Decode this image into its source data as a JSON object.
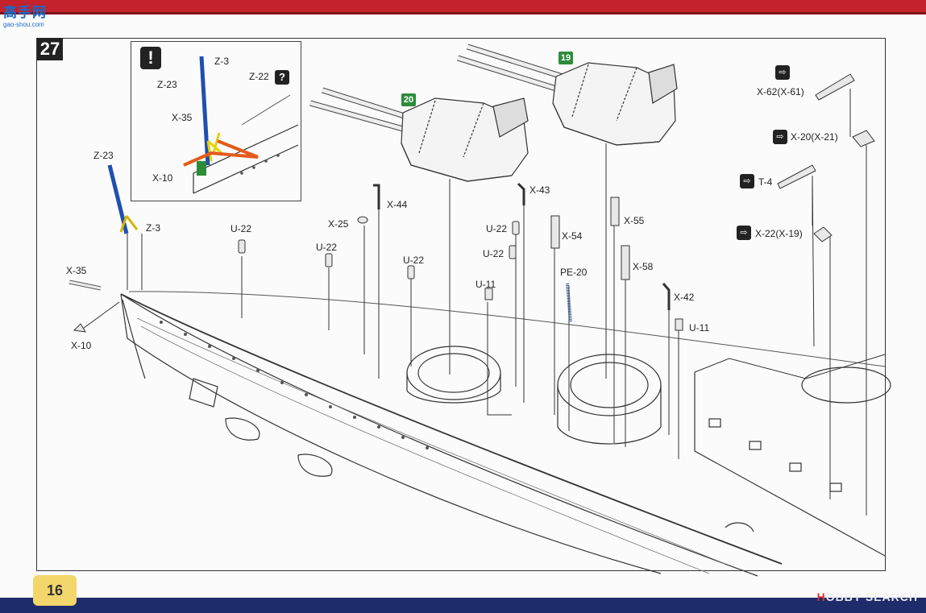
{
  "watermark_top": {
    "main_a": "高手网",
    "sub": "gao-shou.com"
  },
  "step_number": "27",
  "page_number": "16",
  "watermark_bottom": {
    "prefix": "H",
    "brand": "OBBY SEARCH"
  },
  "inset": {
    "caution_icon": "!",
    "labels": {
      "z3": "Z-3",
      "z23": "Z-23",
      "z22": "Z-22",
      "x35": "X-35",
      "x10": "X-10"
    },
    "help_icon": "?"
  },
  "turrets": {
    "front": "20",
    "rear": "19"
  },
  "labels": {
    "z23": "Z-23",
    "z3": "Z-3",
    "x35": "X-35",
    "x10": "X-10",
    "u22a": "U-22",
    "x25": "X-25",
    "u22b": "U-22",
    "x44": "X-44",
    "u22c": "U-22",
    "x43": "X-43",
    "u22d": "U-22",
    "u22e": "U-22",
    "u11a": "U-11",
    "x54": "X-54",
    "pe20": "PE-20",
    "x55": "X-55",
    "x58": "X-58",
    "x42": "X-42",
    "u11b": "U-11",
    "x62": "X-62(X-61)",
    "x20": "X-20(X-21)",
    "t4": "T-4",
    "x22": "X-22(X-19)"
  },
  "colors": {
    "header_red": "#c4222c",
    "footer_blue": "#1f2c6b",
    "page_tab": "#f3d66b",
    "turret_badge": "#2e8b3a"
  }
}
